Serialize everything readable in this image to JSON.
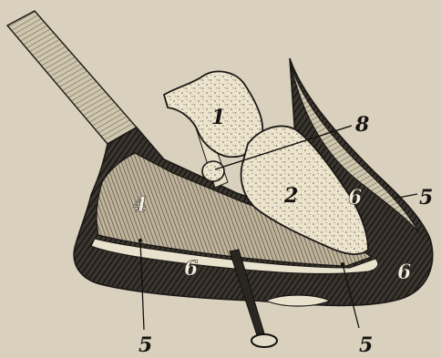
{
  "figure": {
    "labels": {
      "bone_1": "1",
      "bone_2": "2",
      "region_4": "4",
      "region_6_front": "6",
      "region_6_lower": "6",
      "region_6_sole": "6",
      "label_5_right": "5",
      "label_5_bottom_left": "5",
      "label_5_bottom_right": "5",
      "label_8": "8"
    },
    "colors": {
      "paper": "#d9d1bd",
      "ink": "#1b1815",
      "bone_fill": "#ece4cc",
      "hatch": "#2c2823"
    }
  }
}
